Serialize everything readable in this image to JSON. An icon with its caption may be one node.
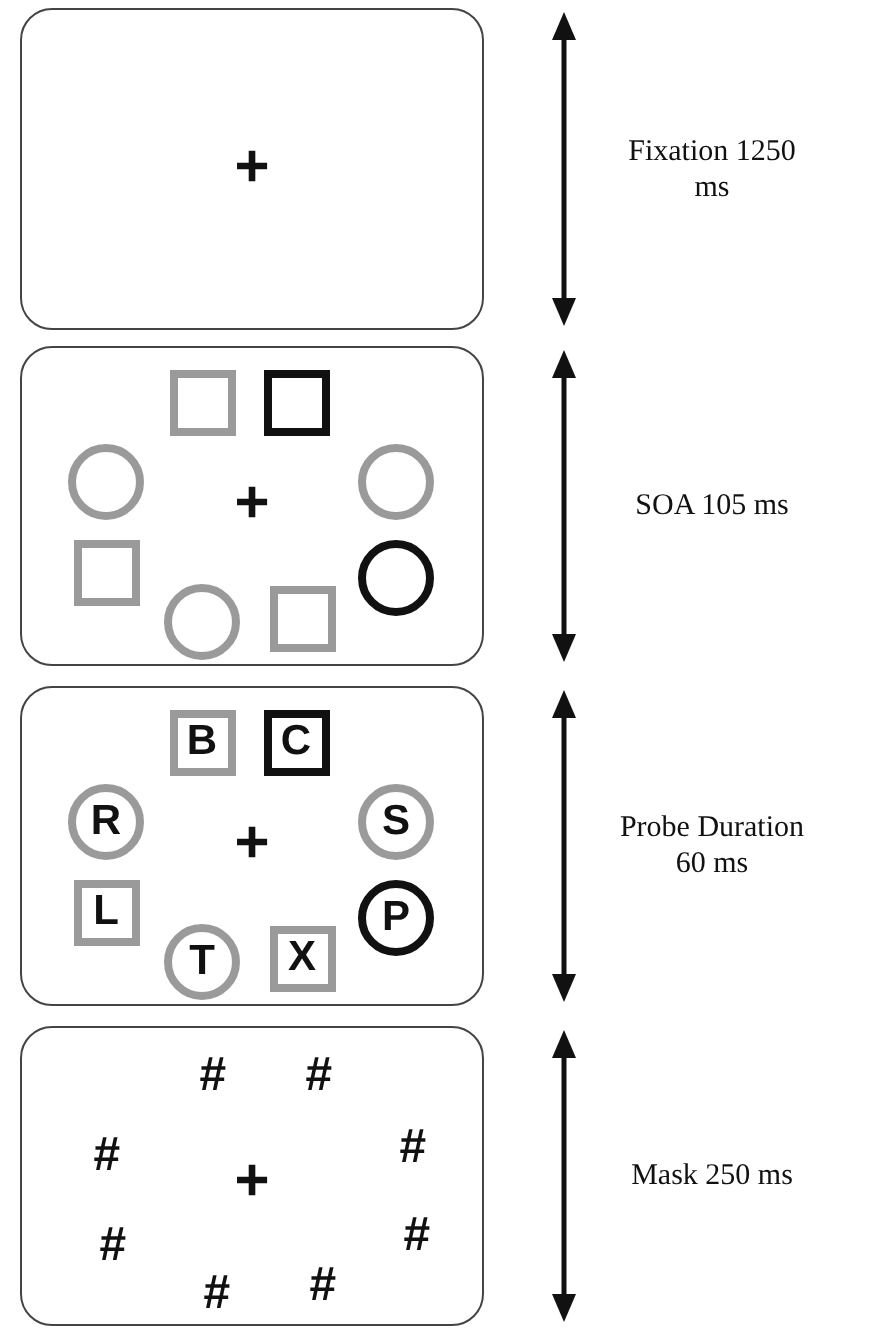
{
  "diagram": {
    "nodes": [
      {
        "text": [
          "+"
        ]
      },
      {
        "text": [
          "+"
        ]
      },
      {
        "text": [],
        "shape": "box",
        "in": 1
      },
      {
        "text": [],
        "shape": "box",
        "in": 1
      },
      {
        "text": [],
        "shape": "circle",
        "in": 1
      },
      {
        "text": [],
        "shape": "circle",
        "in": 1
      },
      {
        "text": [],
        "shape": "box",
        "in": 1
      },
      {
        "text": [],
        "shape": "circle",
        "in": 1
      },
      {
        "text": [],
        "shape": "circle",
        "in": 1
      },
      {
        "text": [],
        "shape": "box",
        "in": 1
      },
      {
        "text": [
          "+"
        ]
      },
      {
        "text": [
          "B"
        ],
        "in": 10
      },
      {
        "text": [
          "C"
        ],
        "in": 10
      },
      {
        "text": [
          "R"
        ],
        "in": 10
      },
      {
        "text": [
          "S"
        ],
        "in": 10
      },
      {
        "text": [
          "L"
        ],
        "in": 10
      },
      {
        "text": [
          "P"
        ],
        "in": 10
      },
      {
        "text": [
          "T"
        ],
        "in": 10
      },
      {
        "text": [
          "X"
        ],
        "in": 10
      },
      {
        "text": [
          "#",
          "#",
          "#",
          "#",
          "+",
          "#",
          "#",
          "#",
          "#"
        ]
      }
    ],
    "labels": [
      "Fixation 1250 ms",
      "SOA 105 ms",
      "Probe Duration 60 ms",
      "Mask 250 ms"
    ]
  }
}
